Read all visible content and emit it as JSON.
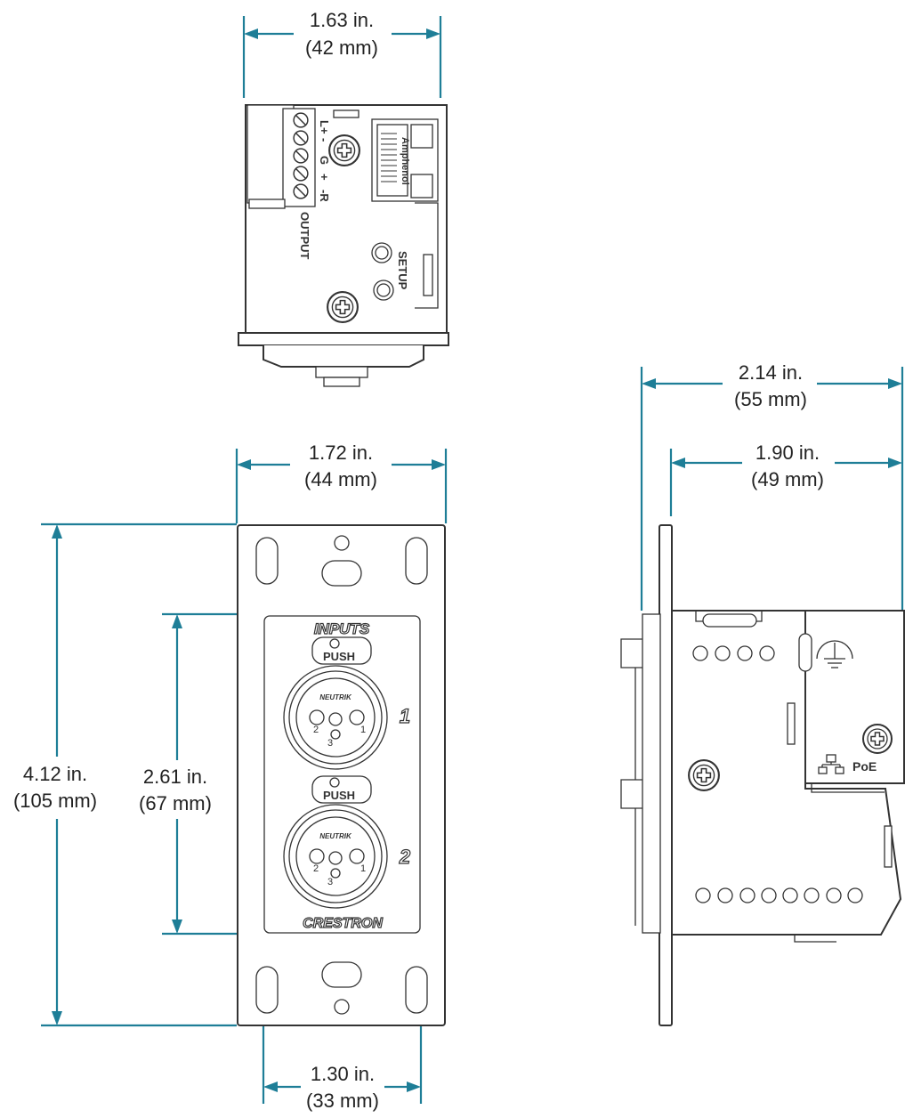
{
  "dimensions": {
    "top_width": {
      "imperial": "1.63 in.",
      "metric": "(42 mm)"
    },
    "front_width": {
      "imperial": "1.72 in.",
      "metric": "(44 mm)"
    },
    "front_height": {
      "imperial": "4.12 in.",
      "metric": "(105 mm)"
    },
    "inner_height": {
      "imperial": "2.61 in.",
      "metric": "(67 mm)"
    },
    "inner_width": {
      "imperial": "1.30 in.",
      "metric": "(33 mm)"
    },
    "side_depth_total": {
      "imperial": "2.14 in.",
      "metric": "(55 mm)"
    },
    "side_depth_body": {
      "imperial": "1.90 in.",
      "metric": "(49 mm)"
    }
  },
  "top_view": {
    "terminal_labels": [
      "L+",
      "-",
      "G",
      "+",
      "-R"
    ],
    "output_label": "OUTPUT",
    "setup_label": "SETUP",
    "jack_brand": "Amphenol"
  },
  "front_view": {
    "inputs_label": "INPUTS",
    "push_label": "PUSH",
    "connector_brand": "NEUTRIK",
    "pin_labels": [
      "1",
      "2",
      "3"
    ],
    "channel_numbers": [
      "1",
      "2"
    ],
    "brand_logo": "CRESTRON"
  },
  "side_view": {
    "poe_label": "PoE"
  },
  "colors": {
    "dimension_line": "#1e7e97",
    "part_outline": "#333333"
  }
}
